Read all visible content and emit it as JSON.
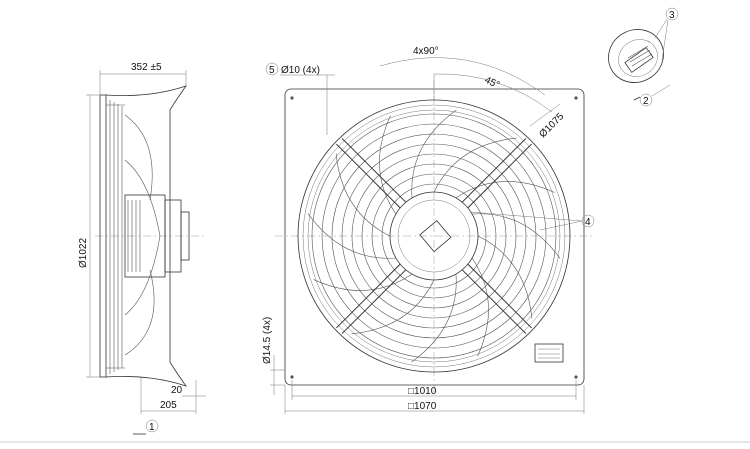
{
  "drawing": {
    "side_view": {
      "depth_label": "352 ±5",
      "diameter_label": "Ø1022",
      "offset_small": "20",
      "offset_large": "205",
      "view_marker": "1"
    },
    "front_view": {
      "hole_callout_number": "5",
      "hole_label": "Ø10 (4x)",
      "angle_pitch_label": "4x90°",
      "angle_label": "45°",
      "bolt_circle_label": "Ø1075",
      "slot_label": "Ø14.5 (4x)",
      "inner_square_label": "□1010",
      "outer_square_label": "□1070",
      "guard_callout_number": "4"
    },
    "iso_view": {
      "callout_3": "3",
      "callout_2": "2"
    }
  }
}
